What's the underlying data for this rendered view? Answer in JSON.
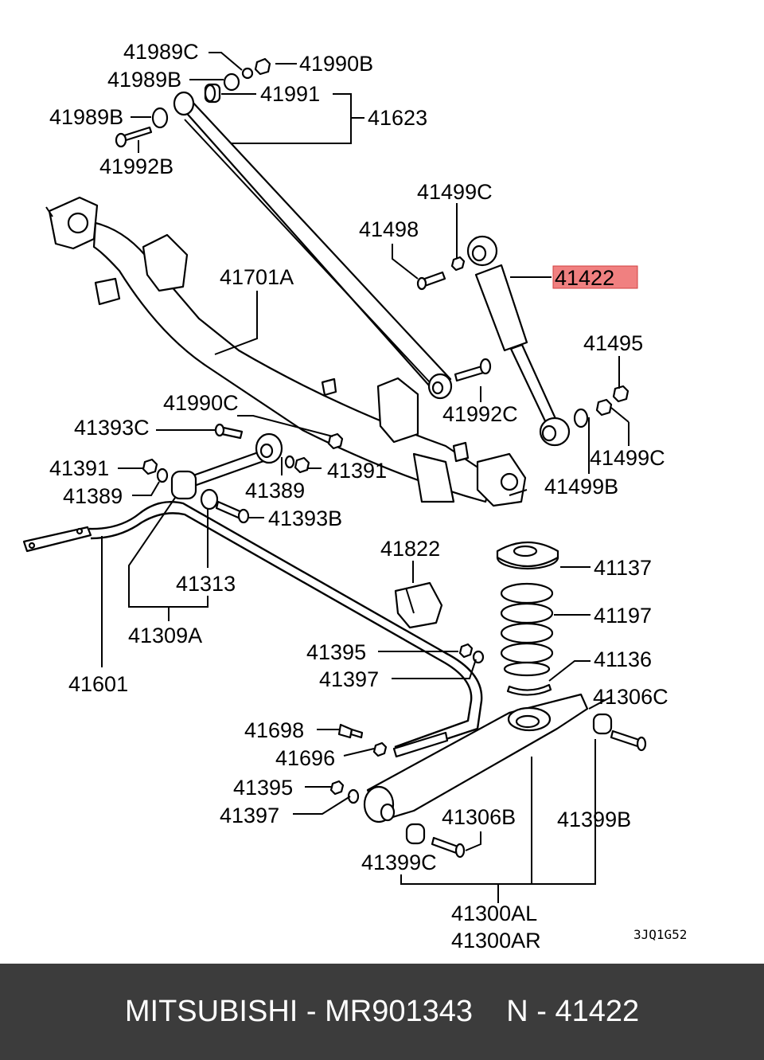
{
  "diagram": {
    "labels": {
      "l41989C": "41989C",
      "l41990B": "41990B",
      "l41989B_a": "41989B",
      "l41991": "41991",
      "l41989B_b": "41989B",
      "l41623": "41623",
      "l41992B": "41992B",
      "l41499C_top": "41499C",
      "l41498": "41498",
      "l41701A": "41701A",
      "l41422": "41422",
      "l41495": "41495",
      "l41990C": "41990C",
      "l41992C": "41992C",
      "l41393C": "41393C",
      "l41499C_right": "41499C",
      "l41391_left": "41391",
      "l41391_right": "41391",
      "l41389_left": "41389",
      "l41389_mid": "41389",
      "l41499B": "41499B",
      "l41393B": "41393B",
      "l41822": "41822",
      "l41137": "41137",
      "l41313": "41313",
      "l41197": "41197",
      "l41309A": "41309A",
      "l41395_a": "41395",
      "l41136": "41136",
      "l41397_a": "41397",
      "l41601": "41601",
      "l41306C": "41306C",
      "l41698": "41698",
      "l41696": "41696",
      "l41395_b": "41395",
      "l41397_b": "41397",
      "l41306B": "41306B",
      "l41399B": "41399B",
      "l41399C": "41399C",
      "l41300AL": "41300AL",
      "l41300AR": "41300AR"
    },
    "highlight_color": "#f08080",
    "diagram_code": "3JQ1G52"
  },
  "footer": {
    "text": "MITSUBISHI - MR901343    N - 41422",
    "background": "#3c3c3c"
  }
}
